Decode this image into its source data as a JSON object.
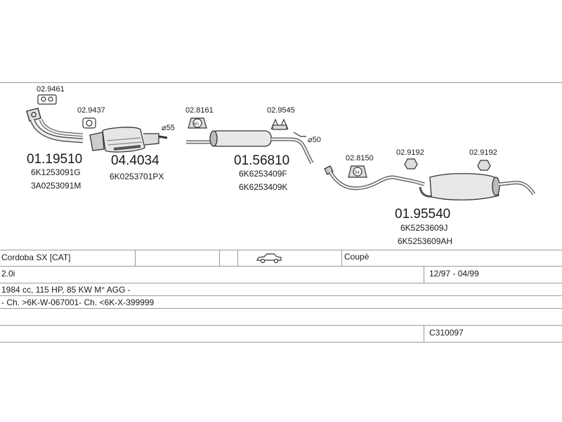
{
  "parts": {
    "flange_gasket": "02.9461",
    "front_clamp": "02.9437",
    "front_pipe": {
      "number": "01.19510",
      "oe1": "6K1253091G",
      "oe2": "3A0253091M"
    },
    "catalyst": {
      "number": "04.4034",
      "oe1": "6K0253701PX"
    },
    "diameter_55": "⌀55",
    "mount_1": "02.8161",
    "clamp_2": "02.9545",
    "diameter_50": "⌀50",
    "middle_silencer": {
      "number": "01.56810",
      "oe1": "6K6253409F",
      "oe2": "6K6253409K"
    },
    "mount_2": "02.8150",
    "hanger_1": "02.9192",
    "hanger_2": "02.9192",
    "rear_silencer": {
      "number": "01.95540",
      "oe1": "6K5253609J",
      "oe2": "6K5253609AH"
    }
  },
  "vehicle": {
    "model": "Cordoba SX  [CAT]",
    "body": "Coupè",
    "engine": "2.0i",
    "years": "12/97 - 04/99",
    "spec": "1984 cc, 115 HP, 85 KW M° AGG -",
    "chassis": "- Ch. >6K-W-067001- Ch. <6K-X-399999",
    "code": "C310097"
  },
  "icons": {
    "vehicle": "car-coupe-icon",
    "mount": "rubber-mount-icon",
    "clamp": "clamp-icon",
    "gasket": "gasket-icon"
  }
}
